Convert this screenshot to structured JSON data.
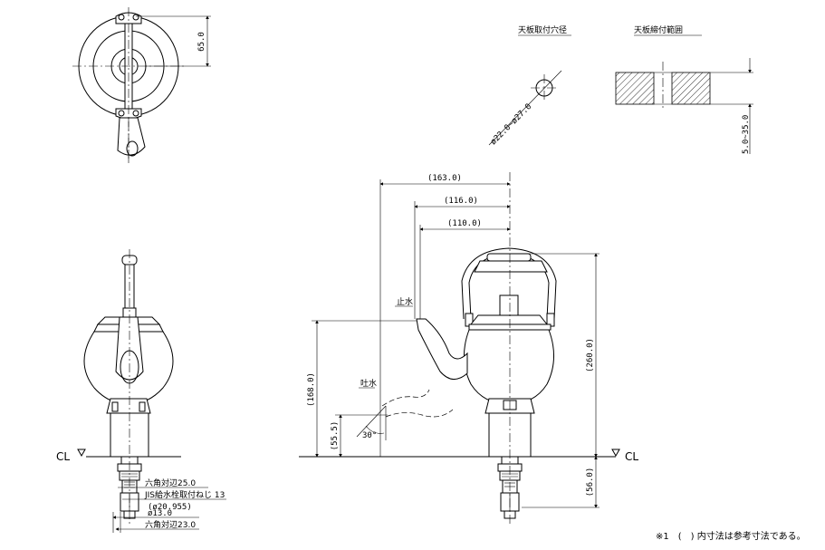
{
  "labels": {
    "hole_title": "天板取付穴径",
    "range_title": "天板締付範囲",
    "hole_dim": "ø22.0~ø27.0",
    "range_dim": "5.0~35.0",
    "top_dim": "65.0",
    "dim_163": "(163.0)",
    "dim_116": "(116.0)",
    "dim_110": "(110.0)",
    "dim_260": "(260.0)",
    "dim_168": "(168.0)",
    "dim_55": "(55.5)",
    "dim_56": "(56.0)",
    "label_stop": "止水",
    "label_discharge": "吐水",
    "angle": "30°",
    "cl_left": "CL",
    "cl_right": "CL",
    "hex_25": "六角対辺25.0",
    "jis_thread": "JIS給水栓取付ねじ 13",
    "dia_20": "(ø20.955)",
    "dia_13": "ø13.0",
    "hex_23": "六角対辺23.0",
    "note": "※1　(　) 内寸法は参考寸法である。"
  }
}
